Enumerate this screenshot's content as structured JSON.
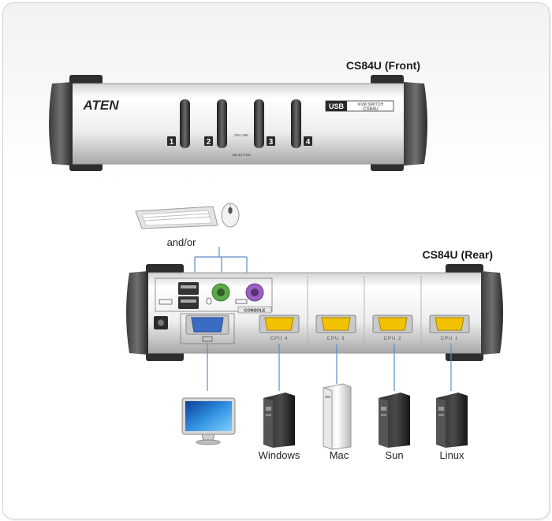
{
  "titles": {
    "front": "CS84U (Front)",
    "rear": "CS84U (Rear)"
  },
  "front_panel": {
    "brand": "ATEN",
    "badge": "USB",
    "model_line1": "KVM SWITCH",
    "model_line2": "CS84U",
    "port_numbers": [
      "1",
      "2",
      "3",
      "4"
    ],
    "led_labels": [
      "ON LINE",
      "SELECTED"
    ]
  },
  "peripherals": {
    "connector_label": "and/or"
  },
  "rear_panel": {
    "console_label": "CONSOLE",
    "cpu_ports": [
      "CPU 4",
      "CPU 3",
      "CPU 2",
      "CPU 1"
    ]
  },
  "computers": [
    "Windows",
    "Mac",
    "Sun",
    "Linux"
  ],
  "colors": {
    "vga_console": "#3a6cc4",
    "vga_cpu": "#f2c200",
    "ps2_keyboard": "#9a62c0",
    "ps2_mouse": "#5aaa4a",
    "link": "#5b8ec6"
  }
}
